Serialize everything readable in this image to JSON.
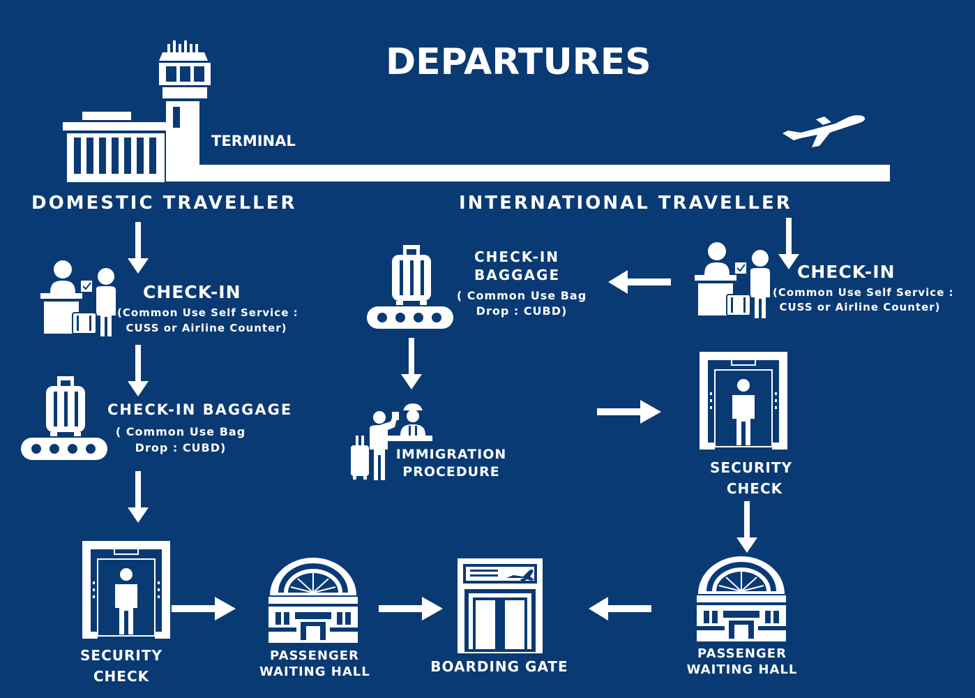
{
  "title": "DEPARTURES",
  "terminal_label": "TERMINAL",
  "domestic": {
    "heading": "DOMESTIC TRAVELLER",
    "checkin_title": "CHECK-IN",
    "checkin_sub_1": "(Common Use Self Service :",
    "checkin_sub_2": "CUSS or Airline Counter)",
    "baggage_title": "CHECK-IN BAGGAGE",
    "baggage_sub_1": "( Common Use Bag",
    "baggage_sub_2": "Drop : CUBD)",
    "security_1": "SECURITY",
    "security_2": "CHECK"
  },
  "international": {
    "heading": "INTERNATIONAL TRAVELLER",
    "checkin_title": "CHECK-IN",
    "checkin_sub_1": "(Common Use Self Service :",
    "checkin_sub_2": "CUSS or Airline Counter)",
    "baggage_title_1": "CHECK-IN",
    "baggage_title_2": "BAGGAGE",
    "baggage_sub_1": "( Common Use Bag",
    "baggage_sub_2": "Drop : CUBD)",
    "immigration_1": "IMMIGRATION",
    "immigration_2": "PROCEDURE",
    "security_1": "SECURITY",
    "security_2": "CHECK",
    "waiting_1": "PASSENGER",
    "waiting_2": "WAITING HALL"
  },
  "shared": {
    "waiting_1": "PASSENGER",
    "waiting_2": "WAITING HALL",
    "boarding_gate": "BOARDING GATE"
  },
  "colors": {
    "background": "#0a3a73",
    "foreground": "#ffffff"
  },
  "icons": [
    "control-tower-icon",
    "terminal-building-icon",
    "airplane-icon",
    "checkin-counter-icon",
    "baggage-conveyor-icon",
    "immigration-officer-icon",
    "security-gate-icon",
    "waiting-hall-icon",
    "boarding-gate-icon",
    "arrow-icon"
  ]
}
